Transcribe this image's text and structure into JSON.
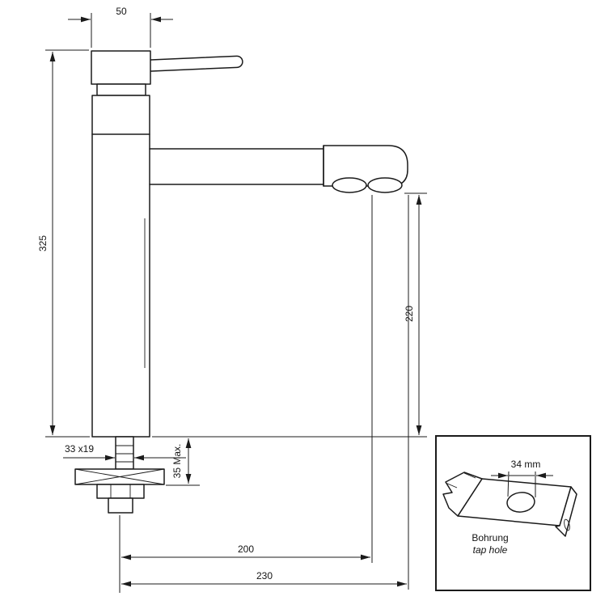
{
  "drawing": {
    "title": "faucet-dimension-drawing",
    "colors": {
      "ink": "#1b1b1b",
      "background": "#ffffff"
    },
    "dims": {
      "width_top": "50",
      "height_total": "325",
      "spout_height": "220",
      "thread": "33 x19",
      "deck_max": "35 Max.",
      "reach_200": "200",
      "reach_230": "230"
    },
    "inset": {
      "hole_dia": "34 mm",
      "label_de": "Bohrung",
      "label_en": "tap hole"
    }
  }
}
